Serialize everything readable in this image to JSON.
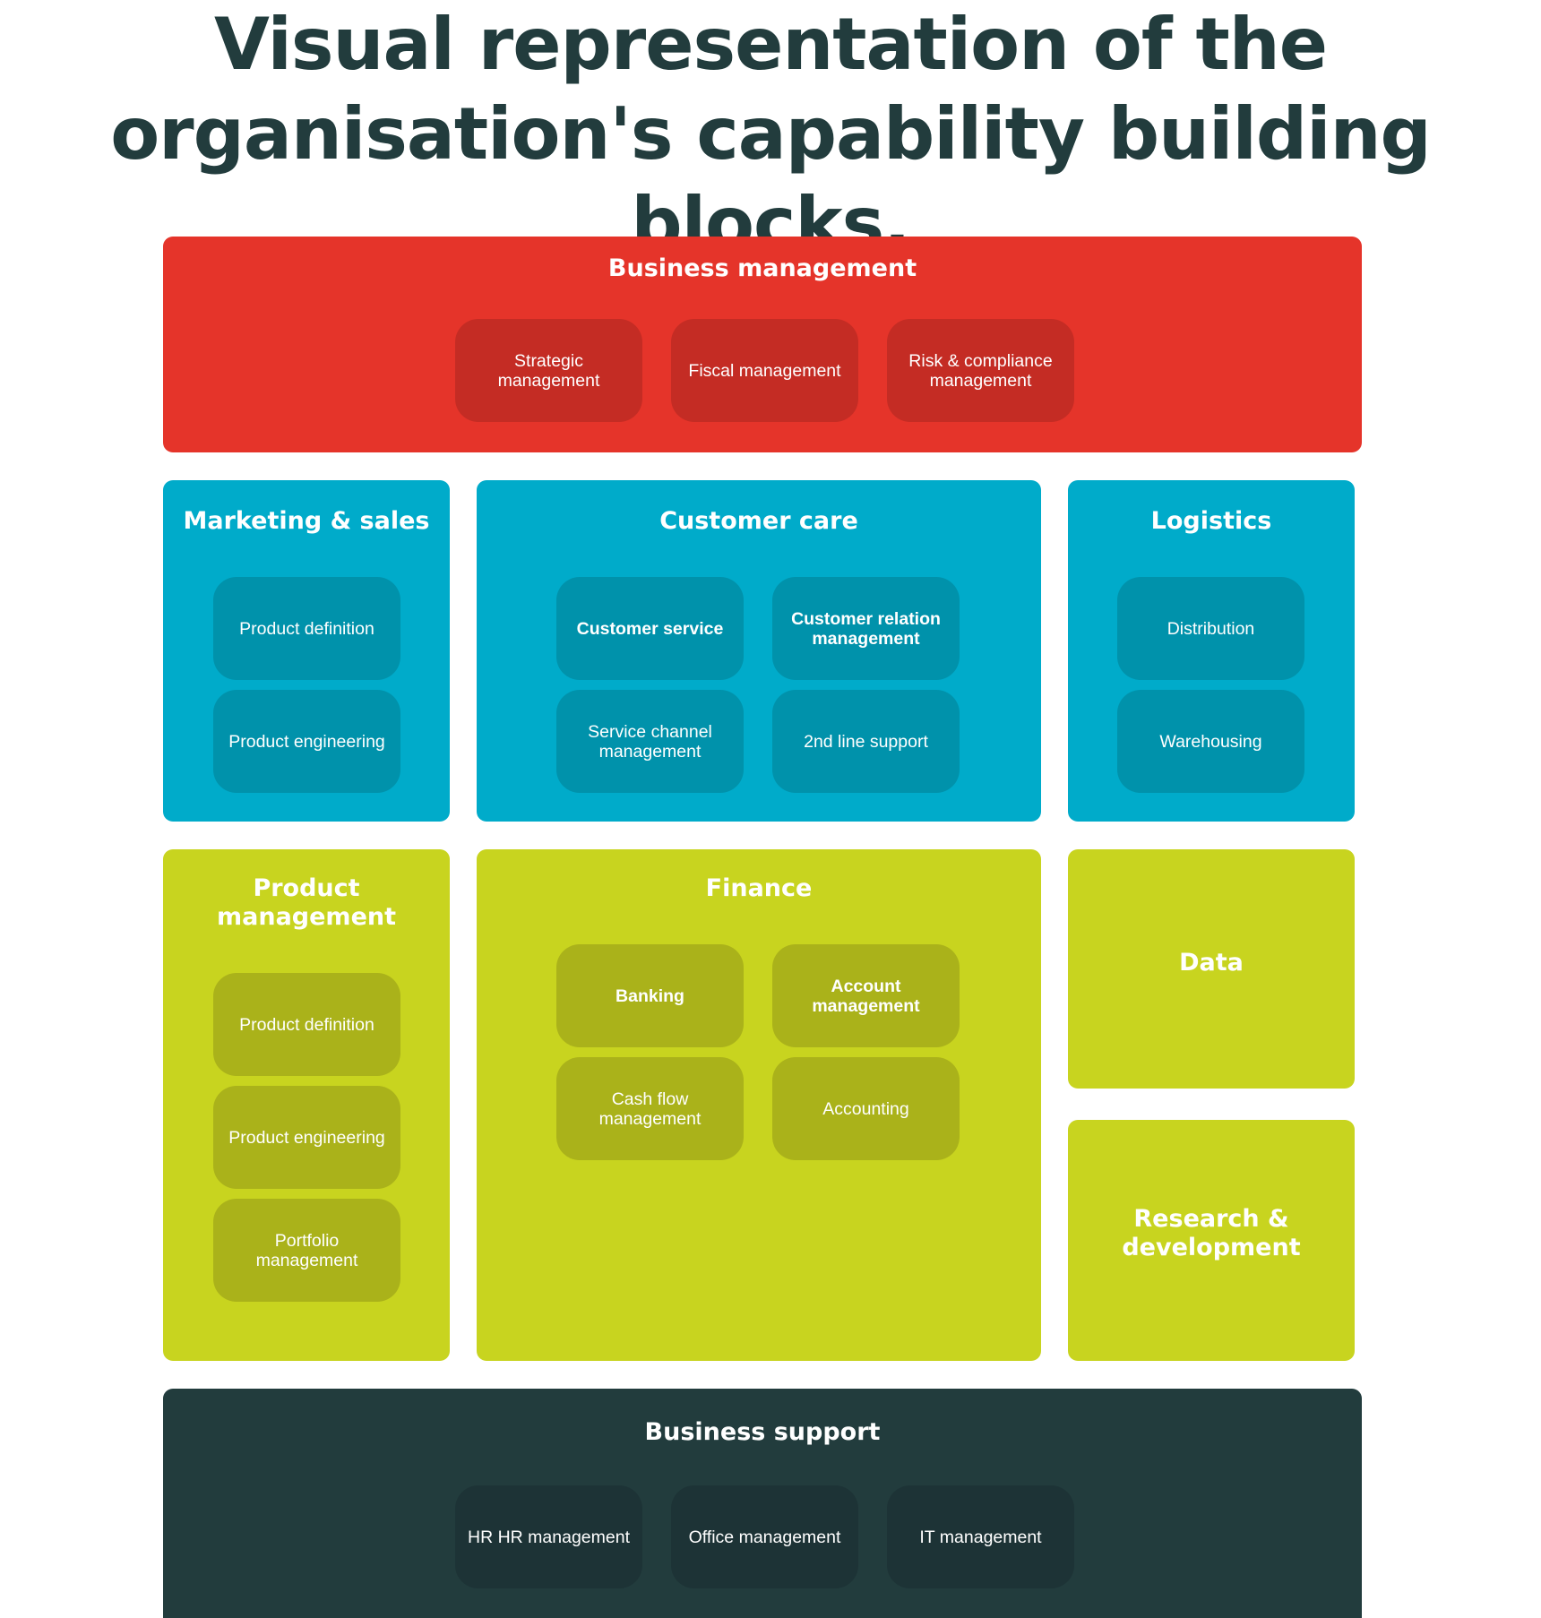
{
  "title": {
    "line1": "Visual representation of the",
    "line2": "organisation's capability building blocks."
  },
  "colors": {
    "title": "#223c3d",
    "business_management": "#e5342a",
    "customer_blocks": "#00abca",
    "product_finance_blocks": "#c8d41f",
    "business_support": "#223c3d"
  },
  "blocks": {
    "business_management": {
      "title": "Business management",
      "items": [
        "Strategic management",
        "Fiscal management",
        "Risk & compliance management"
      ]
    },
    "marketing_sales": {
      "title": "Marketing & sales",
      "items": [
        "Product definition",
        "Product engineering"
      ]
    },
    "customer_care": {
      "title": "Customer care",
      "items": [
        "Customer service",
        "Customer relation management",
        "Service channel management",
        "2nd line support"
      ]
    },
    "logistics": {
      "title": "Logistics",
      "items": [
        "Distribution",
        "Warehousing"
      ]
    },
    "product_management": {
      "title": "Product management",
      "items": [
        "Product definition",
        "Product engineering",
        "Portfolio management"
      ]
    },
    "finance": {
      "title": "Finance",
      "items": [
        "Banking",
        "Account management",
        "Cash flow management",
        "Accounting"
      ]
    },
    "data": {
      "title": "Data"
    },
    "research_development": {
      "title": "Research & development"
    },
    "business_support": {
      "title": "Business support",
      "items": [
        "HR HR management",
        "Office management",
        "IT management"
      ]
    }
  }
}
